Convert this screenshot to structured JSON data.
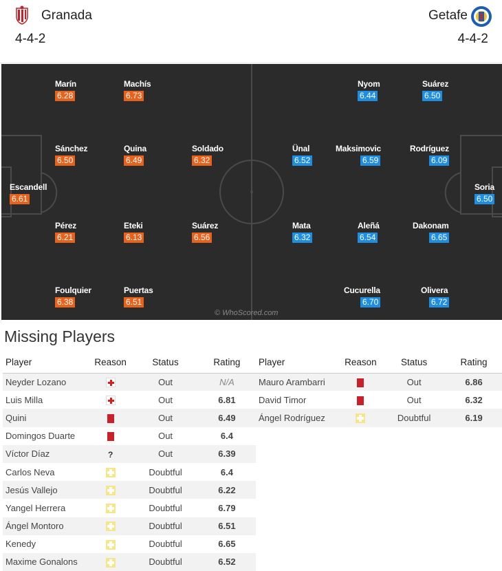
{
  "home": {
    "name": "Granada",
    "formation": "4-4-2",
    "crest_icon": "granada-crest-icon",
    "players": [
      {
        "name": "Marín",
        "rating": "6.28"
      },
      {
        "name": "Machís",
        "rating": "6.73"
      },
      {
        "name": "Sánchez",
        "rating": "6.50"
      },
      {
        "name": "Quina",
        "rating": "6.49"
      },
      {
        "name": "Soldado",
        "rating": "6.32"
      },
      {
        "name": "Escandell",
        "rating": "6.61"
      },
      {
        "name": "Pérez",
        "rating": "6.21"
      },
      {
        "name": "Eteki",
        "rating": "6.13"
      },
      {
        "name": "Suárez",
        "rating": "6.56"
      },
      {
        "name": "Foulquier",
        "rating": "6.38"
      },
      {
        "name": "Puertas",
        "rating": "6.51"
      }
    ]
  },
  "away": {
    "name": "Getafe",
    "formation": "4-4-2",
    "crest_icon": "getafe-crest-icon",
    "players": [
      {
        "name": "Nyom",
        "rating": "6.44"
      },
      {
        "name": "Suárez",
        "rating": "6.50"
      },
      {
        "name": "Ünal",
        "rating": "6.52"
      },
      {
        "name": "Maksimovic",
        "rating": "6.59"
      },
      {
        "name": "Rodríguez",
        "rating": "6.09"
      },
      {
        "name": "Soria",
        "rating": "6.50"
      },
      {
        "name": "Mata",
        "rating": "6.32"
      },
      {
        "name": "Aleñá",
        "rating": "6.54"
      },
      {
        "name": "Dakonam",
        "rating": "6.65"
      },
      {
        "name": "Cucurella",
        "rating": "6.70"
      },
      {
        "name": "Olivera",
        "rating": "6.72"
      }
    ]
  },
  "pitch": {
    "watermark": "© WhoScored.com"
  },
  "colors": {
    "home_rating": "#e8621c",
    "away_rating": "#1f8ee0",
    "pitch": "#2b2b2b"
  },
  "missing": {
    "title": "Missing Players",
    "headers": {
      "player": "Player",
      "reason": "Reason",
      "status": "Status",
      "rating": "Rating"
    },
    "home": [
      {
        "player": "Neyder Lozano",
        "reason": "injury",
        "status": "Out",
        "rating": "N/A"
      },
      {
        "player": "Luis Milla",
        "reason": "injury",
        "status": "Out",
        "rating": "6.81"
      },
      {
        "player": "Quini",
        "reason": "red-card",
        "status": "Out",
        "rating": "6.49"
      },
      {
        "player": "Domingos Duarte",
        "reason": "red-card",
        "status": "Out",
        "rating": "6.4"
      },
      {
        "player": "Víctor Díaz",
        "reason": "unknown",
        "status": "Out",
        "rating": "6.39"
      },
      {
        "player": "Carlos Neva",
        "reason": "doubtful",
        "status": "Doubtful",
        "rating": "6.4"
      },
      {
        "player": "Jesús Vallejo",
        "reason": "doubtful",
        "status": "Doubtful",
        "rating": "6.22"
      },
      {
        "player": "Yangel Herrera",
        "reason": "doubtful",
        "status": "Doubtful",
        "rating": "6.79"
      },
      {
        "player": "Ángel Montoro",
        "reason": "doubtful",
        "status": "Doubtful",
        "rating": "6.51"
      },
      {
        "player": "Kenedy",
        "reason": "doubtful",
        "status": "Doubtful",
        "rating": "6.65"
      },
      {
        "player": "Maxime Gonalons",
        "reason": "doubtful",
        "status": "Doubtful",
        "rating": "6.52"
      }
    ],
    "away": [
      {
        "player": "Mauro Arambarri",
        "reason": "red-card",
        "status": "Out",
        "rating": "6.86"
      },
      {
        "player": "David Timor",
        "reason": "red-card",
        "status": "Out",
        "rating": "6.32"
      },
      {
        "player": "Ángel Rodríguez",
        "reason": "doubtful",
        "status": "Doubtful",
        "rating": "6.19"
      }
    ]
  }
}
